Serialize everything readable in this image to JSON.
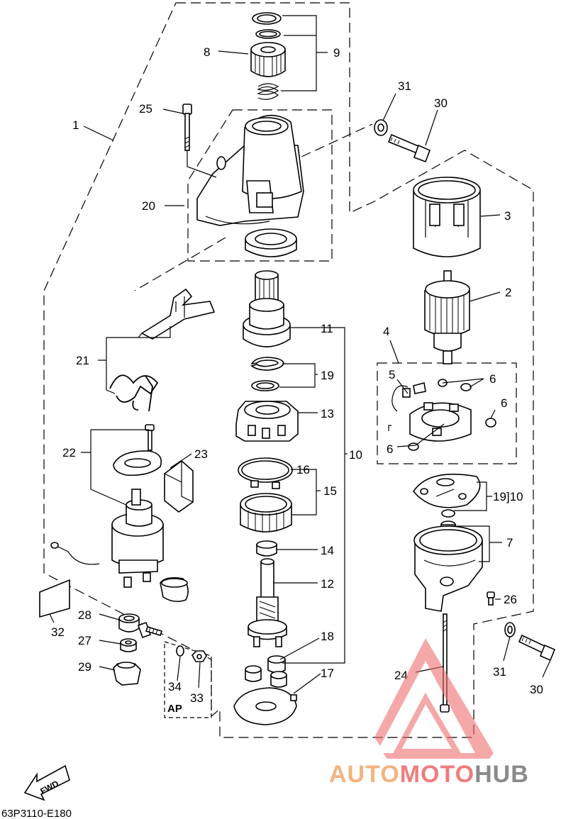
{
  "diagram": {
    "callouts": {
      "c1": "1",
      "c2": "2",
      "c3": "3",
      "c4": "4",
      "c5": "5",
      "c6a": "6",
      "c6b": "6",
      "c6c": "6",
      "c7": "7",
      "c8": "8",
      "c9": "9",
      "c10a": "10",
      "c10b": "19]10",
      "c11": "11",
      "c12": "12",
      "c13": "13",
      "c14": "14",
      "c15": "15",
      "c16": "16",
      "c17": "17",
      "c18": "18",
      "c19": "19",
      "c20": "20",
      "c21": "21",
      "c22": "22",
      "c23": "23",
      "c24": "24",
      "c25": "25",
      "c26": "26",
      "c27": "27",
      "c28": "28",
      "c29": "29",
      "c30a": "30",
      "c30b": "30",
      "c31a": "31",
      "c31b": "31",
      "c32": "32",
      "c33": "33",
      "c34": "34"
    },
    "ap_label": "AP",
    "fwd_label": "FWD",
    "diagram_code": "63P3110-E180"
  },
  "watermark": {
    "part1": "AUTO",
    "part2": "MOTO",
    "part3": "HUB",
    "colors": {
      "auto": "#f3b47f",
      "moto": "#ef7d7d",
      "hub": "#8a8a8a",
      "triangle": "#f07070"
    }
  }
}
